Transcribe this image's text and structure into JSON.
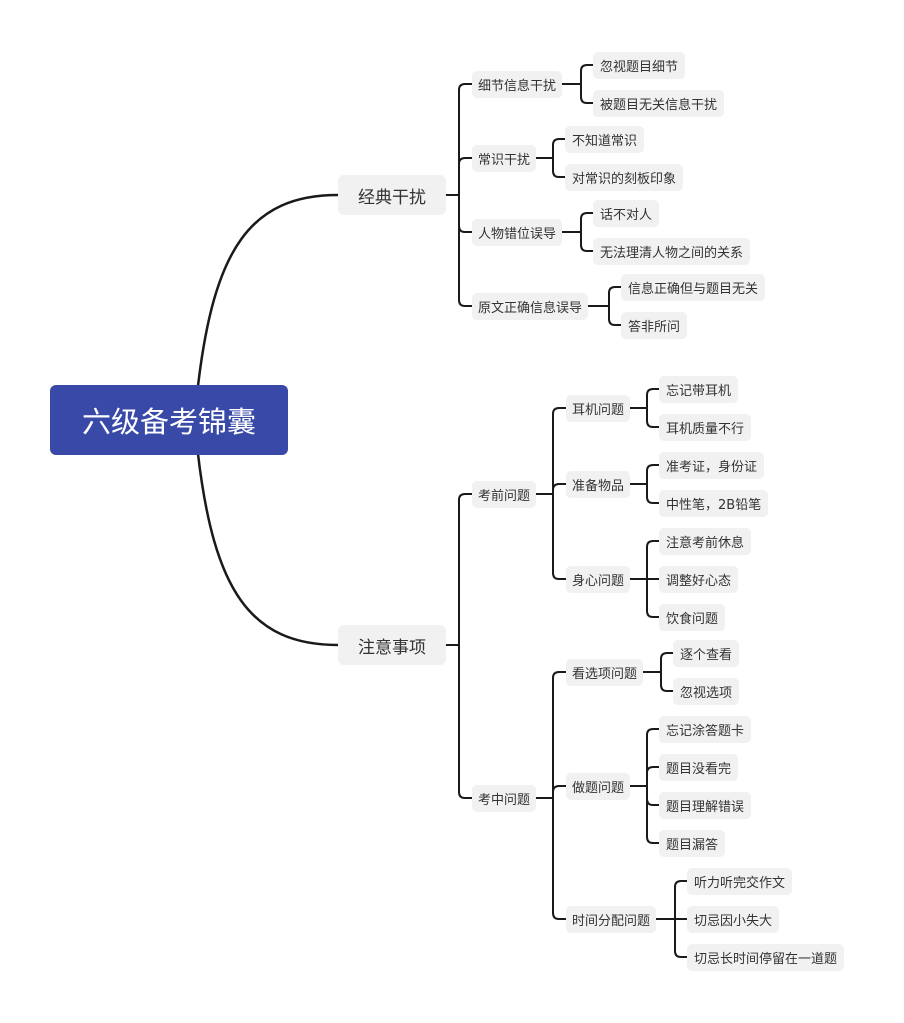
{
  "root": {
    "label": "六级备考锦囊",
    "color": "#3849a8"
  },
  "branches": {
    "classic": {
      "label": "经典干扰",
      "groups": [
        {
          "label": "细节信息干扰",
          "items": [
            "忽视题目细节",
            "被题目无关信息干扰"
          ]
        },
        {
          "label": "常识干扰",
          "items": [
            "不知道常识",
            "对常识的刻板印象"
          ]
        },
        {
          "label": "人物错位误导",
          "items": [
            "话不对人",
            "无法理清人物之间的关系"
          ]
        },
        {
          "label": "原文正确信息误导",
          "items": [
            "信息正确但与题目无关",
            "答非所问"
          ]
        }
      ]
    },
    "notes": {
      "label": "注意事项",
      "before": {
        "label": "考前问题",
        "groups": [
          {
            "label": "耳机问题",
            "items": [
              "忘记带耳机",
              "耳机质量不行"
            ]
          },
          {
            "label": "准备物品",
            "items": [
              "准考证，身份证",
              "中性笔，2B铅笔"
            ]
          },
          {
            "label": "身心问题",
            "items": [
              "注意考前休息",
              "调整好心态",
              "饮食问题"
            ]
          }
        ]
      },
      "during": {
        "label": "考中问题",
        "groups": [
          {
            "label": "看选项问题",
            "items": [
              "逐个查看",
              "忽视选项"
            ]
          },
          {
            "label": "做题问题",
            "items": [
              "忘记涂答题卡",
              "题目没看完",
              "题目理解错误",
              "题目漏答"
            ]
          },
          {
            "label": "时间分配问题",
            "items": [
              "听力听完交作文",
              "切忌因小失大",
              "切忌长时间停留在一道题"
            ]
          }
        ]
      }
    }
  }
}
